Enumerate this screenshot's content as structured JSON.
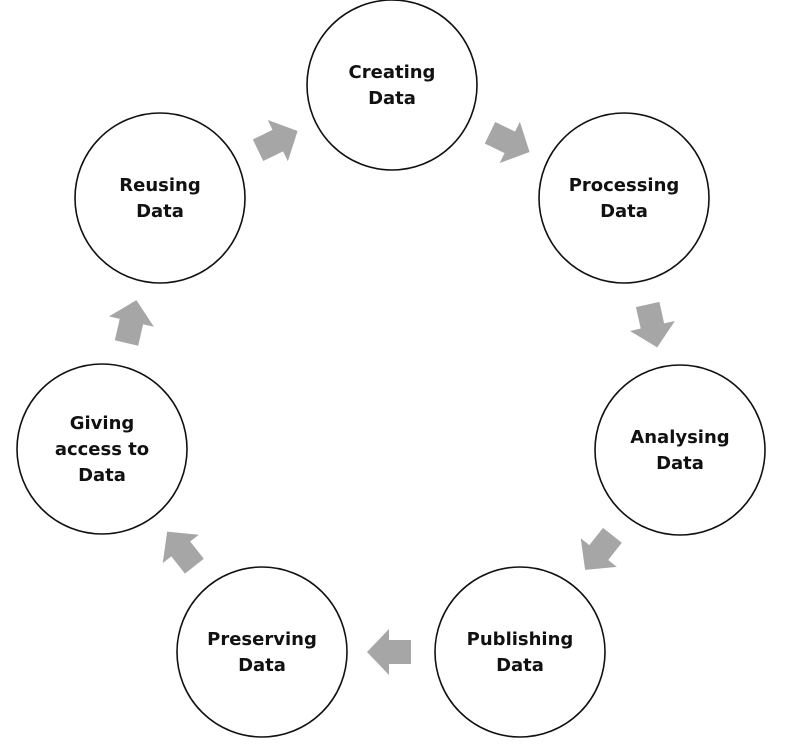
{
  "diagram": {
    "type": "cycle",
    "colors": {
      "node_fill": "#ffffff",
      "node_stroke": "#111111",
      "arrow_fill": "#a6a6a6",
      "text": "#111111"
    },
    "nodes": [
      {
        "id": "creating",
        "lines": [
          "Creating",
          "Data"
        ]
      },
      {
        "id": "processing",
        "lines": [
          "Processing",
          "Data"
        ]
      },
      {
        "id": "analysing",
        "lines": [
          "Analysing",
          "Data"
        ]
      },
      {
        "id": "publishing",
        "lines": [
          "Publishing",
          "Data"
        ]
      },
      {
        "id": "preserving",
        "lines": [
          "Preserving",
          "Data"
        ]
      },
      {
        "id": "giving-access",
        "lines": [
          "Giving",
          "access to",
          "Data"
        ]
      },
      {
        "id": "reusing",
        "lines": [
          "Reusing",
          "Data"
        ]
      }
    ],
    "edges": [
      {
        "from": "creating",
        "to": "processing"
      },
      {
        "from": "processing",
        "to": "analysing"
      },
      {
        "from": "analysing",
        "to": "publishing"
      },
      {
        "from": "publishing",
        "to": "preserving"
      },
      {
        "from": "preserving",
        "to": "giving-access"
      },
      {
        "from": "giving-access",
        "to": "reusing"
      },
      {
        "from": "reusing",
        "to": "creating"
      }
    ]
  }
}
